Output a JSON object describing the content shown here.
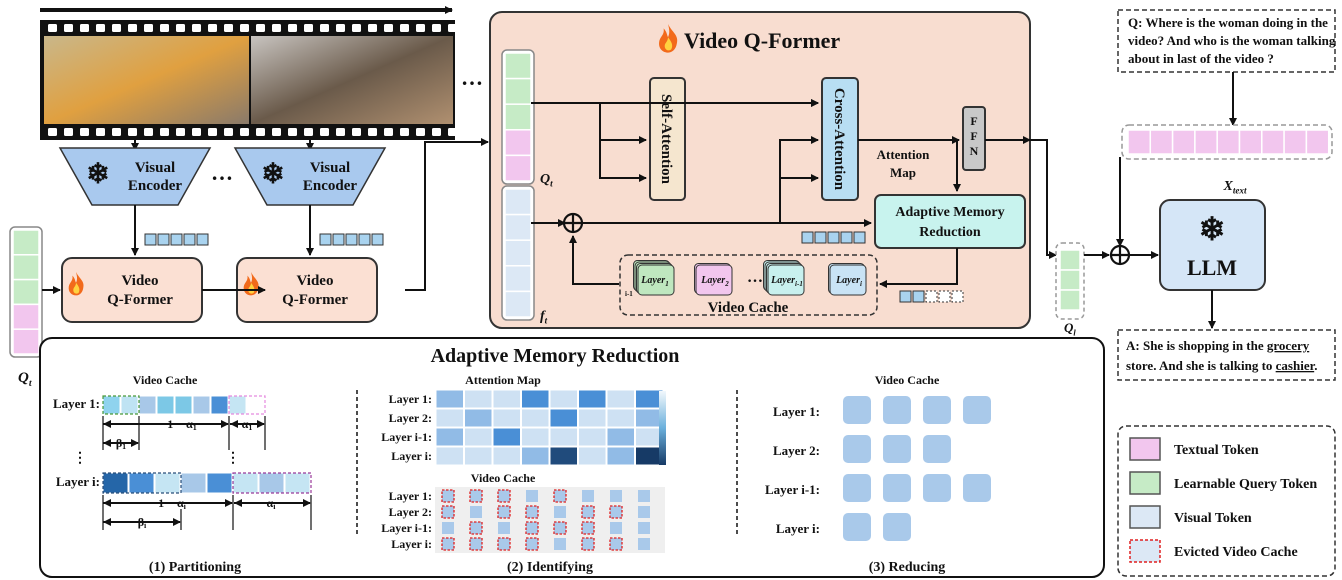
{
  "film": {
    "ellipsis": "…"
  },
  "encoder": {
    "label_line1": "Visual",
    "label_line2": "Encoder",
    "ellipsis": "…"
  },
  "qformer_small": {
    "label_line1": "Video",
    "label_line2": "Q-Former"
  },
  "labels": {
    "q_t": "Q",
    "q_t_sub": "t",
    "f_t": "f",
    "f_t_sub": "t",
    "q_l": "Q",
    "q_l_sub": "l",
    "x_text": "X",
    "x_text_sub": "text"
  },
  "main": {
    "title": "Video Q-Former",
    "self_attention": "Self-Attention",
    "cross_attention": "Cross-Attention",
    "ffn": [
      "F",
      "F",
      "N"
    ],
    "attention_map_line1": "Attention",
    "attention_map_line2": "Map",
    "amr_line1": "Adaptive Memory",
    "amr_line2": "Reduction",
    "video_cache": "Video Cache",
    "layers": [
      {
        "name": "Layer",
        "sub": "1",
        "color": "#bfe7bf"
      },
      {
        "name": "Layer",
        "sub": "2",
        "color": "#f2c6ee"
      },
      {
        "name": "Layer",
        "sub": "i-1",
        "color": "#c8f0ee"
      },
      {
        "name": "Layer",
        "sub": "i",
        "color": "#c9e3f5"
      }
    ],
    "layers_ellipsis": "…",
    "stack_label": "i-1"
  },
  "llm": {
    "label": "LLM"
  },
  "question": "Q: Where is the woman doing in the video? And who is the woman talking about in last of the video ?",
  "question_lines": [
    "Q: Where is the woman doing in the",
    "video? And who is the woman talking",
    "about in last of the video ?"
  ],
  "answer": {
    "line1_prefix": "A: She is shopping in the ",
    "line1_underlined": "grocery",
    "line2_prefix": "store. And she is talking to ",
    "line2_underlined": "cashier",
    "line2_suffix": "."
  },
  "legend": [
    {
      "label": "Textual Token",
      "color": "#f2c6ee",
      "border": "#555",
      "dashed": false
    },
    {
      "label": "Learnable Query Token",
      "color": "#c6ebc6",
      "border": "#555",
      "dashed": false
    },
    {
      "label": "Visual Token",
      "color": "#dce8f5",
      "border": "#555",
      "dashed": false
    },
    {
      "label": "Evicted Video Cache",
      "color": "#dce8f5",
      "border": "#e02020",
      "dashed": true
    }
  ],
  "amr_panel": {
    "title": "Adaptive Memory Reduction",
    "partitioning": {
      "heading": "Video Cache",
      "caption": "(1) Partitioning",
      "row1_label": "Layer 1:",
      "rowi_label": "Layer i:",
      "row1_colors": [
        "#8fd3ee",
        "#bfe3f3",
        "#a8c8e8",
        "#7cc8e6",
        "#7cc8e6",
        "#a8c8e8",
        "#4a8fd6",
        "#c5e5f3"
      ],
      "rowi_colors": [
        "#2566a8",
        "#4a8fd6",
        "#c5e5f3",
        "#a8c8e8",
        "#4a8fd6",
        "#c5e5f3",
        "#a8c8e8",
        "#c5e5f3"
      ],
      "one_minus_alpha_1": "1 − α",
      "alpha_1": "α",
      "beta_1": "β",
      "sub_1": "1",
      "sub_i": "i",
      "vdots": "⋮"
    },
    "identifying": {
      "heading_map": "Attention Map",
      "heading_cache": "Video Cache",
      "caption": "(2) Identifying",
      "row_labels": [
        "Layer 1:",
        "Layer 2:",
        "Layer i-1:",
        "Layer i:"
      ],
      "attention": [
        [
          0.4,
          0.1,
          0.1,
          0.75,
          0.1,
          0.75,
          0.1,
          0.75
        ],
        [
          0.1,
          0.4,
          0.1,
          0.1,
          0.75,
          0.1,
          0.1,
          0.4
        ],
        [
          0.4,
          0.1,
          0.75,
          0.1,
          0.1,
          0.1,
          0.4,
          0.1
        ],
        [
          0.1,
          0.1,
          0.1,
          0.4,
          0.95,
          0.1,
          0.4,
          1.0
        ]
      ],
      "evicted": [
        [
          1,
          1,
          1,
          0,
          1,
          0,
          0,
          0
        ],
        [
          1,
          0,
          1,
          1,
          0,
          1,
          1,
          0
        ],
        [
          0,
          1,
          0,
          1,
          1,
          1,
          0,
          0
        ],
        [
          1,
          1,
          1,
          1,
          0,
          1,
          1,
          0
        ]
      ]
    },
    "reducing": {
      "heading": "Video Cache",
      "caption": "(3) Reducing",
      "row_labels": [
        "Layer 1:",
        "Layer 2:",
        "Layer i-1:",
        "Layer i:"
      ],
      "remaining": [
        4,
        3,
        4,
        2
      ]
    }
  },
  "colors": {
    "panel_bg": "#f8ddd0",
    "encoder_fill": "#a9c9ee",
    "qformer_fill": "#fbe0d3",
    "query_green": "#c6ebc6",
    "text_pink": "#f2c6ee",
    "visual_blue": "#dce8f5",
    "amr_fill": "#c8f3ee",
    "ffn_fill": "#c8c8c8",
    "self_attn_fill": "#f5e6cf",
    "cross_attn_fill": "#b8def3",
    "llm_fill": "#d5e6f7"
  }
}
